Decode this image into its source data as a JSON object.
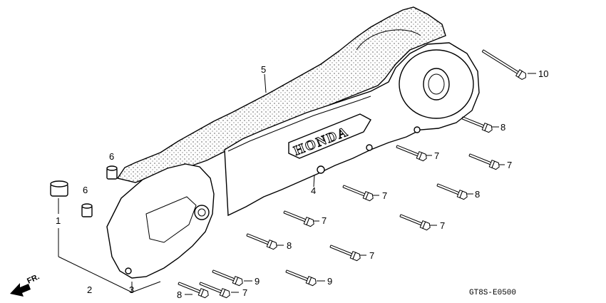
{
  "labels": {
    "p1": "1",
    "p2": "2",
    "p3": "3",
    "p4": "4",
    "p5": "5",
    "p6a": "6",
    "p6b": "6",
    "p7a": "7",
    "p7b": "7",
    "p7c": "7",
    "p7d": "7",
    "p7e": "7",
    "p7f": "7",
    "p7g": "7",
    "p8a": "8",
    "p8b": "8",
    "p8c": "8",
    "p8d": "8",
    "p9a": "9",
    "p9b": "9",
    "p10": "10"
  },
  "brand": "HONDA",
  "direction": "FR.",
  "diagram_code": "GT8S-E0500"
}
